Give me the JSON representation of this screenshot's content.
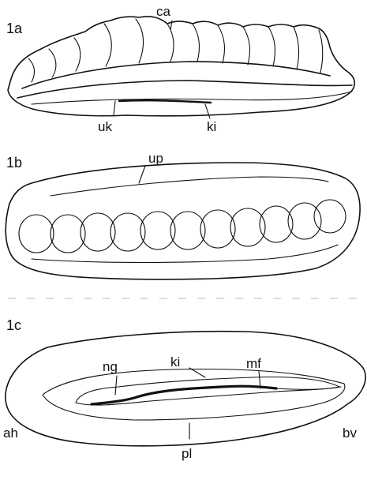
{
  "figures": [
    {
      "id": "1a",
      "labels": {
        "ca": "ca",
        "uk": "uk",
        "ki": "ki"
      }
    },
    {
      "id": "1b",
      "labels": {
        "up": "up"
      }
    },
    {
      "id": "1c",
      "labels": {
        "ng": "ng",
        "ki": "ki",
        "mf": "mf",
        "ah": "ah",
        "bv": "bv",
        "pl": "pl"
      }
    }
  ]
}
